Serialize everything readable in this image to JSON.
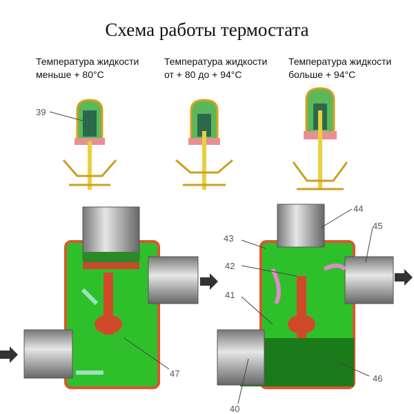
{
  "title": "Схема работы термостата",
  "captions": [
    {
      "line1": "Температура жидкости",
      "line2": "меньше + 80°C"
    },
    {
      "line1": "Температура жидкости",
      "line2": "от + 80 до + 94°C"
    },
    {
      "line1": "Температура жидкости",
      "line2": "больше + 94°C"
    }
  ],
  "labels": {
    "l39": "39",
    "l40": "40",
    "l41": "41",
    "l42": "42",
    "l43": "43",
    "l44": "44",
    "l45": "45",
    "l46": "46",
    "l47": "47"
  },
  "colors": {
    "coolant": "#22c01e",
    "housing": "#d9572c",
    "pipe": "#a8a8a8",
    "arrow": "#333333"
  }
}
